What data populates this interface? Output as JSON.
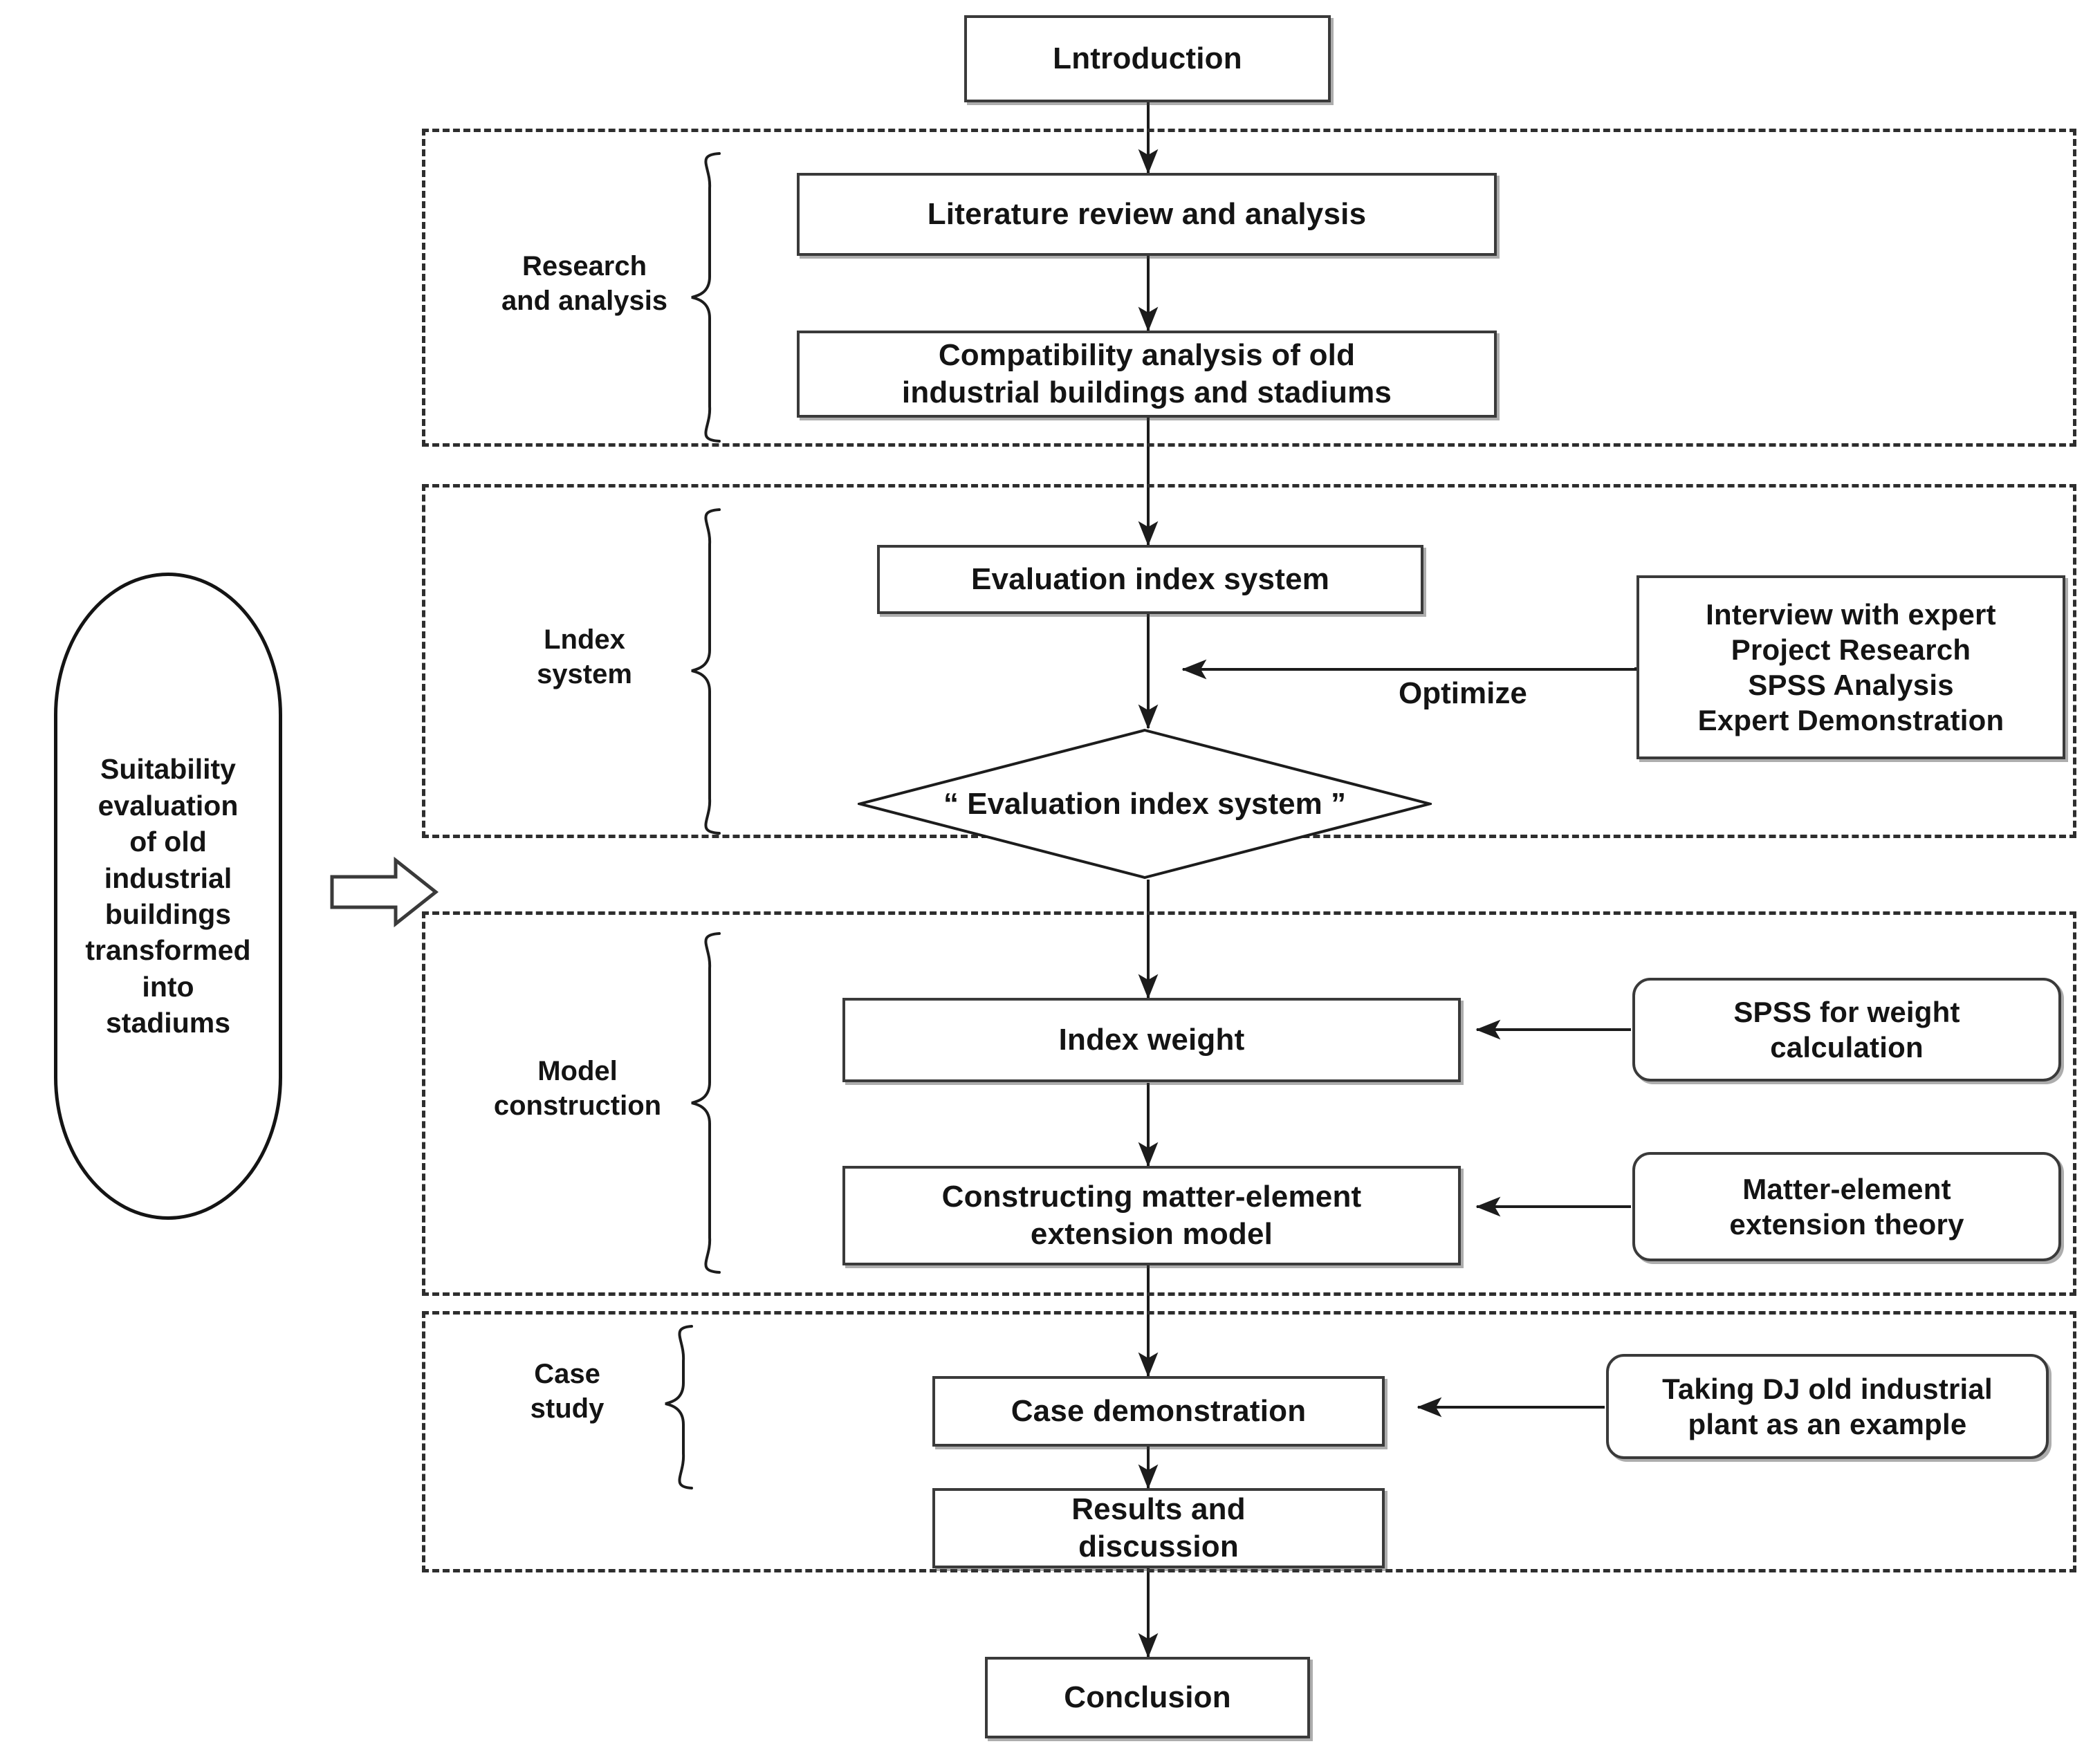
{
  "diagram": {
    "title_shape": {
      "label": "Suitability\nevaluation\nof old\nindustrial\nbuildings\ntransformed\ninto\nstadiums"
    },
    "top_node": {
      "label": "Lntroduction"
    },
    "bottom_node": {
      "label": "Conclusion"
    },
    "groups": [
      {
        "id": "research",
        "label": "Research\nand analysis"
      },
      {
        "id": "index",
        "label": "Lndex\nsystem"
      },
      {
        "id": "model",
        "label": "Model\nconstruction"
      },
      {
        "id": "case",
        "label": "Case\nstudy"
      }
    ],
    "nodes": {
      "literature": {
        "label": "Literature review and analysis"
      },
      "compatibility": {
        "label": "Compatibility analysis of old\nindustrial buildings and stadiums"
      },
      "eval_index_system": {
        "label": "Evaluation index system"
      },
      "eval_index_decision": {
        "label": "“ Evaluation index system ”"
      },
      "index_weight": {
        "label": "Index weight"
      },
      "matter_element_model": {
        "label": "Constructing matter-element\nextension model"
      },
      "case_demonstration": {
        "label": "Case demonstration"
      },
      "results_discussion": {
        "label": "Results and\ndiscussion"
      }
    },
    "side_nodes": {
      "expert_sources": {
        "label": "Interview with expert\nProject Research\nSPSS Analysis\nExpert Demonstration"
      },
      "spss_weight": {
        "label": "SPSS for weight\ncalculation"
      },
      "matter_theory": {
        "label": "Matter-element\nextension theory"
      },
      "dj_plant": {
        "label": "Taking DJ old industrial\nplant as an example"
      }
    },
    "edge_labels": {
      "optimize": "Optimize"
    },
    "colors": {
      "stroke": "#3a3a3a",
      "text": "#141414",
      "frame": "#2e2e2e",
      "background": "#ffffff"
    }
  }
}
